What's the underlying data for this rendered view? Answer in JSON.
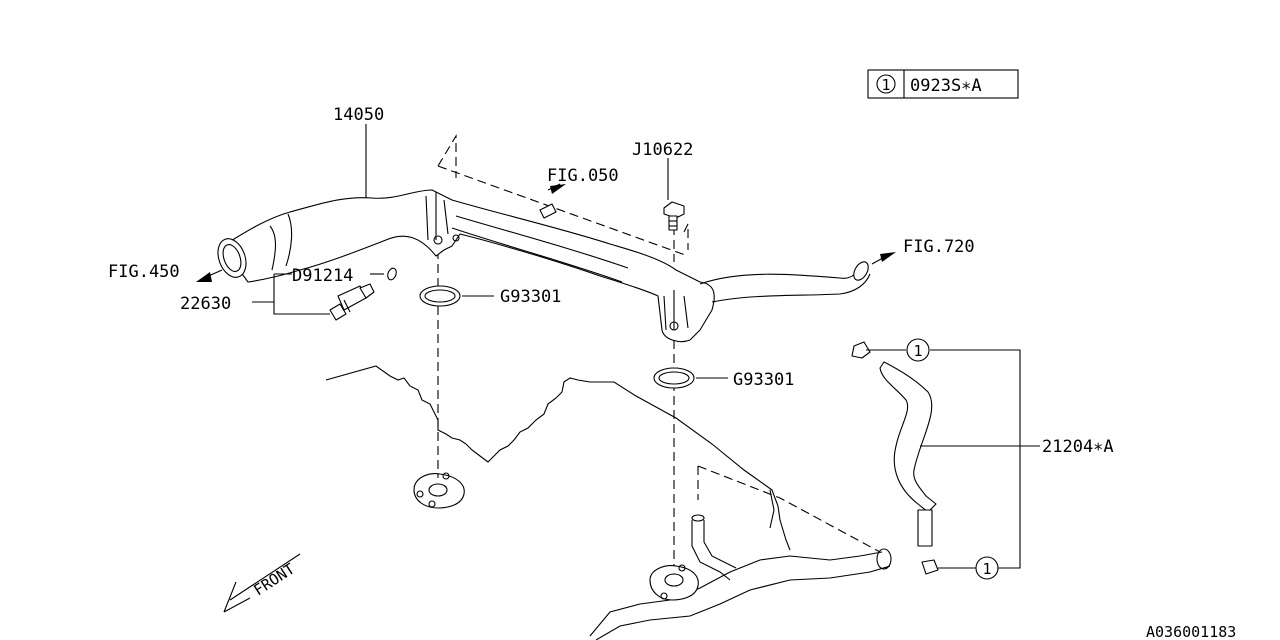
{
  "legend": {
    "symbol": "1",
    "code": "0923S∗A"
  },
  "labels": {
    "p14050": "14050",
    "fig050": "FIG.050",
    "j10622": "J10622",
    "fig720": "FIG.720",
    "fig450": "FIG.450",
    "d91214": "D91214",
    "p22630": "22630",
    "g93301_upper": "G93301",
    "g93301_lower": "G93301",
    "p21204": "21204∗A",
    "callout_top": "1",
    "callout_bottom": "1",
    "front": "FRONT",
    "drawing_id": "A036001183"
  }
}
